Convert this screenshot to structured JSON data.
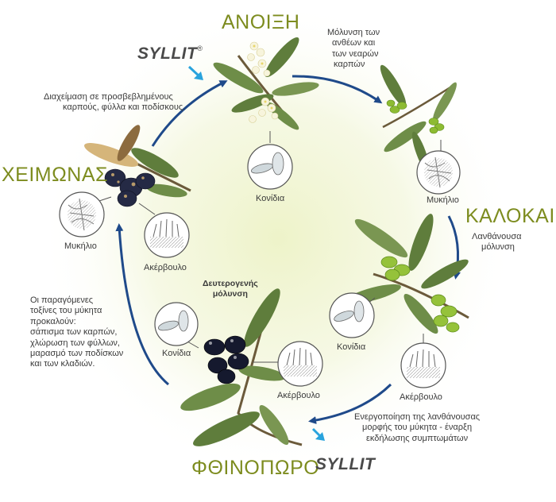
{
  "seasons": {
    "spring": "ΑΝΟΙΞΗ",
    "summer": "ΚΑΛΟΚΑΙΡΙ",
    "autumn": "ΦΘΙΝΟΠΩΡΟ",
    "winter": "ΧΕΙΜΩΝΑΣ"
  },
  "brand": {
    "top": "SYLLIT",
    "bottom": "SYLLIT",
    "registered": "®"
  },
  "notes": {
    "spring_infection": [
      "Μόλυνση των",
      "ανθέων και",
      "των νεαρών",
      "καρπών"
    ],
    "summer_latent": [
      "Λανθάνουσα",
      "μόλυνση"
    ],
    "autumn_activation": [
      "Ενεργοποίηση της λανθάνουσας",
      "μορφής του μύκητα - έναρξη",
      "εκδήλωσης συμπτωμάτων"
    ],
    "winter_overwinter": [
      "Διαχείμαση σε προσβεβλημένους",
      "καρπούς, φύλλα και ποδίσκους."
    ],
    "toxins": [
      "Οι παραγόμενες",
      "τοξίνες του μύκητα",
      "προκαλούν:",
      "σάπισμα των καρπών,",
      "χλώρωση των φύλλων,",
      "μαρασμό των ποδίσκων",
      "και των κλαδιών."
    ],
    "secondary": [
      "Δευτερογενής",
      "μόλυνση"
    ]
  },
  "labels": {
    "conidia_spring": "Κονίδια",
    "mycelium_summer": "Μυκήλιο",
    "conidia_summer": "Κονίδια",
    "acervulus_summer": "Ακέρβουλο",
    "conidia_autumn": "Κονίδια",
    "acervulus_autumn": "Ακέρβουλο",
    "acervulus_winter": "Ακέρβουλο",
    "mycelium_winter": "Μυκήλιο"
  },
  "colors": {
    "season_text": "#7d8c1f",
    "arrow": "#1f4a8a",
    "brand_arrow": "#29a3dd",
    "olive_green": "#8dbb32",
    "olive_black": "#15192e",
    "leaf": "#5f7d3c"
  }
}
